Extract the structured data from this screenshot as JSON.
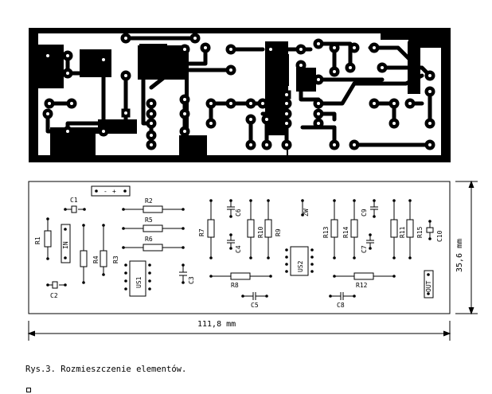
{
  "figure": {
    "caption": "Rys.3. Rozmieszczenie elementów.",
    "dimension_width": "111,8 mm",
    "dimension_height": "35,6 mm"
  },
  "components": {
    "c1": "C1",
    "c2": "C2",
    "c3": "C3",
    "c4": "C4",
    "c5": "C5",
    "c6": "C6",
    "c7": "C7",
    "c8": "C8",
    "c9": "C9",
    "c10": "C10",
    "r1": "R1",
    "r2": "R2",
    "r3": "R3",
    "r4": "R4",
    "r5": "R5",
    "r6": "R6",
    "r7": "R7",
    "r8": "R8",
    "r9": "R9",
    "r10": "R10",
    "r11": "R11",
    "r12": "R12",
    "r13": "R13",
    "r14": "R14",
    "r15": "R15",
    "us1": "US1",
    "us2": "US2",
    "zw": "ZW",
    "in": "IN",
    "out": "OUT",
    "power_minus": "-",
    "power_plus": "+"
  },
  "colors": {
    "ink": "#000000",
    "paper": "#ffffff"
  }
}
